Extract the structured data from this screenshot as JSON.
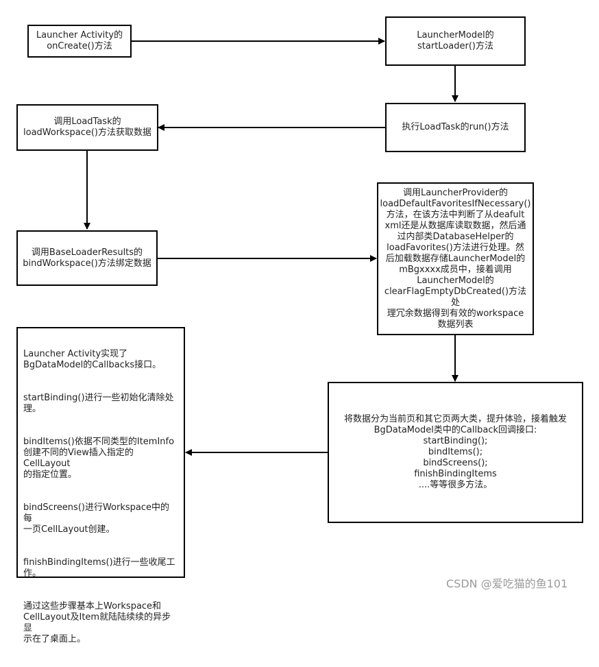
{
  "nodes": {
    "n1": "Launcher Activity的\nonCreate()方法",
    "n2": "LauncherModel的\nstartLoader()方法",
    "n3": "执行LoadTask的run()方法",
    "n4": "调用LoadTask的\nloadWorkspace()方法获取数据",
    "n5": "调用BaseLoaderResults的\nbindWorkspace()方法绑定数据",
    "n6": "调用LauncherProvider的\nloadDefaultFavoritesIfNecessary()\n方法，在该方法中判断了从deafult\nxml还是从数据库读取数据，然后通\n过内部类DatabaseHelper的\nloadFavorites()方法进行处理。然\n后加载数据存储LauncherModel的\nmBgxxxx成员中，接着调用\nLauncherModel的\nclearFlagEmptyDbCreated()方法处\n理冗余数据得到有效的workspace\n数据列表",
    "n7": "将数据分为当前页和其它页两大类，提升体验，接着触发\nBgDataModel类中的Callback回调接口:\nstartBinding();\nbindItems();\nbindScreens();\nfinishBindingItems\n....等等很多方法。",
    "n8": {
      "p1": "Launcher Activity实现了\nBgDataModel的Callbacks接口。",
      "p2": "startBinding()进行一些初始化清除处\n理。",
      "p3": "bindItems()依据不同类型的ItemInfo\n创建不同的View插入指定的CellLayout\n的指定位置。",
      "p4": "bindScreens()进行Workspace中的每\n一页CellLayout创建。",
      "p5": "finishBindingItems()进行一些收尾工\n作。",
      "p6": "通过这些步骤基本上Workspace和\nCellLayout及Item就陆陆续续的异步显\n示在了桌面上。"
    }
  },
  "watermark": "CSDN @爱吃猫的鱼101"
}
